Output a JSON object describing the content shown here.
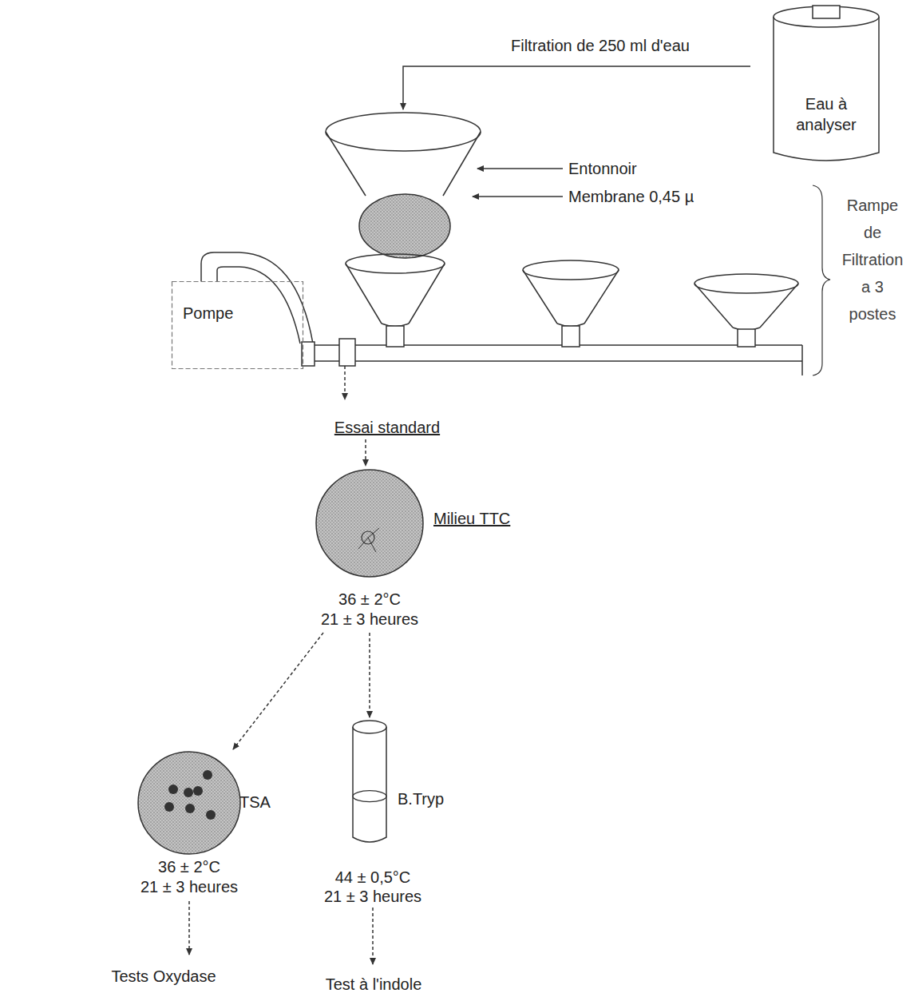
{
  "diagram": {
    "nodes": [
      {
        "text": [
          "Eau à analyser"
        ]
      },
      {
        "text": [
          "Pompe"
        ]
      },
      {
        "text": [
          "Milieu TTC"
        ]
      },
      {
        "text": [
          "TSA"
        ]
      },
      {
        "text": [
          "B.Tryp"
        ]
      }
    ],
    "edges": [
      {
        "from": 2,
        "to": 3,
        "arrow": "to"
      },
      {
        "from": 2,
        "to": 4,
        "arrow": "to"
      }
    ],
    "labels": [
      "Filtration de 250 ml d'eau",
      "Entonnoir",
      "Membrane 0,45 µ",
      "Rampe de Filtration a 3 postes",
      "Essai standard",
      "36 ± 2°C",
      "21 ± 3 heures",
      "36 ± 2°C",
      "21 ± 3 heures",
      "44 ± 0,5°C",
      "21 ± 3 heures",
      "Tests Oxydase",
      "Test à l'indole"
    ]
  }
}
